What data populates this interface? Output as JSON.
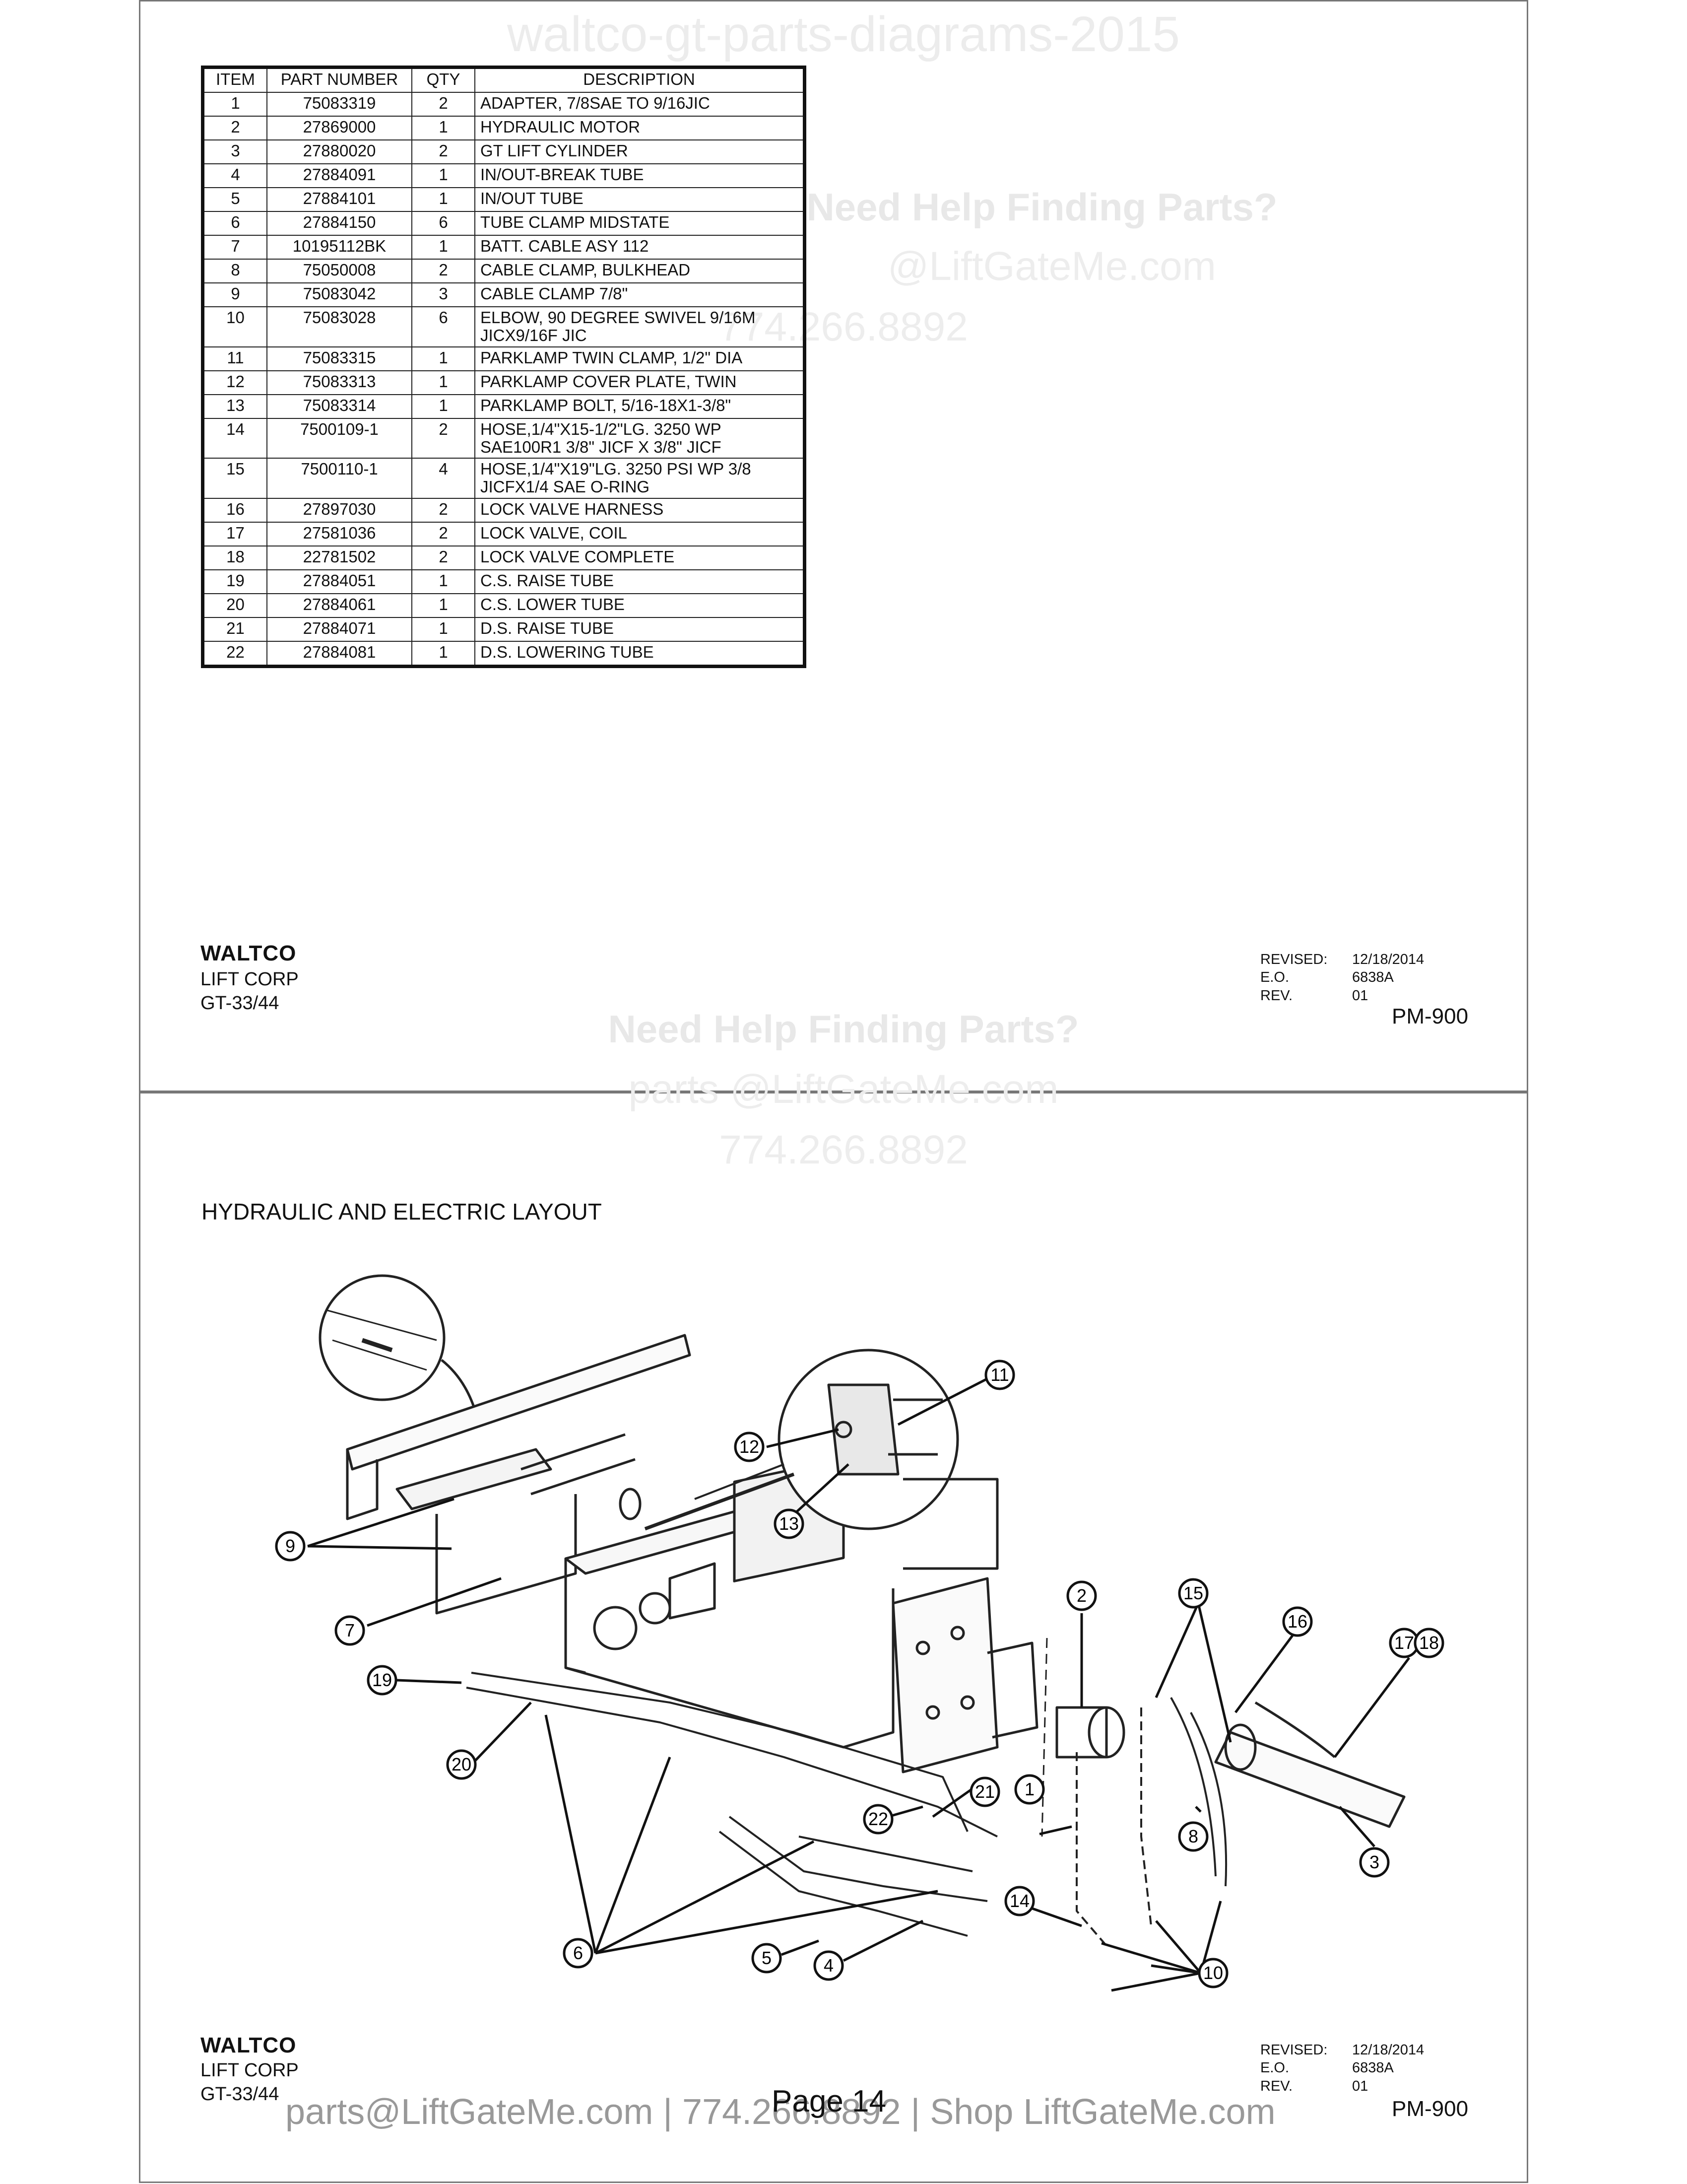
{
  "watermark": {
    "top_title": "waltco-gt-parts-diagrams-2015",
    "help": "Need Help Finding Parts?",
    "email": "parts @LiftGateMe.com",
    "email_b": "@LiftGateMe.com",
    "phone": "774.266.8892"
  },
  "parts_table": {
    "headers": [
      "ITEM",
      "PART NUMBER",
      "QTY",
      "DESCRIPTION"
    ],
    "rows": [
      [
        "1",
        "75083319",
        "2",
        "ADAPTER, 7/8SAE TO 9/16JIC"
      ],
      [
        "2",
        "27869000",
        "1",
        "HYDRAULIC MOTOR"
      ],
      [
        "3",
        "27880020",
        "2",
        "GT LIFT CYLINDER"
      ],
      [
        "4",
        "27884091",
        "1",
        "IN/OUT-BREAK TUBE"
      ],
      [
        "5",
        "27884101",
        "1",
        "IN/OUT TUBE"
      ],
      [
        "6",
        "27884150",
        "6",
        "TUBE CLAMP MIDSTATE"
      ],
      [
        "7",
        "10195112BK",
        "1",
        "BATT. CABLE ASY 112"
      ],
      [
        "8",
        "75050008",
        "2",
        "CABLE CLAMP, BULKHEAD"
      ],
      [
        "9",
        "75083042",
        "3",
        "CABLE CLAMP 7/8\""
      ],
      [
        "10",
        "75083028",
        "6",
        "ELBOW, 90 DEGREE SWIVEL 9/16M\nJICX9/16F JIC"
      ],
      [
        "11",
        "75083315",
        "1",
        "PARKLAMP TWIN CLAMP, 1/2\" DIA"
      ],
      [
        "12",
        "75083313",
        "1",
        "PARKLAMP COVER PLATE, TWIN"
      ],
      [
        "13",
        "75083314",
        "1",
        "PARKLAMP BOLT, 5/16-18X1-3/8\""
      ],
      [
        "14",
        "7500109-1",
        "2",
        "HOSE,1/4\"X15-1/2\"LG. 3250 WP\nSAE100R1 3/8\" JICF X 3/8\" JICF"
      ],
      [
        "15",
        "7500110-1",
        "4",
        "HOSE,1/4\"X19\"LG. 3250 PSI WP 3/8\nJICFX1/4 SAE O-RING"
      ],
      [
        "16",
        "27897030",
        "2",
        "LOCK VALVE HARNESS"
      ],
      [
        "17",
        "27581036",
        "2",
        "LOCK VALVE, COIL"
      ],
      [
        "18",
        "22781502",
        "2",
        "LOCK VALVE COMPLETE"
      ],
      [
        "19",
        "27884051",
        "1",
        "C.S. RAISE TUBE"
      ],
      [
        "20",
        "27884061",
        "1",
        "C.S. LOWER TUBE"
      ],
      [
        "21",
        "27884071",
        "1",
        "D.S. RAISE TUBE"
      ],
      [
        "22",
        "27884081",
        "1",
        "D.S. LOWERING TUBE"
      ]
    ]
  },
  "sheet_footer": {
    "logo": "WALTCO",
    "corp": "LIFT CORP",
    "model": "GT-33/44",
    "revised_label": "REVISED:",
    "revised_value": "12/18/2014",
    "eo_label": "E.O.",
    "eo_value": "6838A",
    "rev_label": "REV.",
    "rev_value": "01",
    "page_code": "PM-900"
  },
  "diagram": {
    "title": "HYDRAULIC AND ELECTRIC LAYOUT",
    "callouts": [
      "1",
      "2",
      "3",
      "4",
      "5",
      "6",
      "7",
      "8",
      "9",
      "10",
      "11",
      "12",
      "13",
      "14",
      "15",
      "16",
      "17",
      "18",
      "19",
      "20",
      "21",
      "22"
    ]
  },
  "footer": {
    "text": "parts@LiftGateMe.com | 774.266.8892 | Shop LiftGateMe.com",
    "page": "Page 14"
  }
}
